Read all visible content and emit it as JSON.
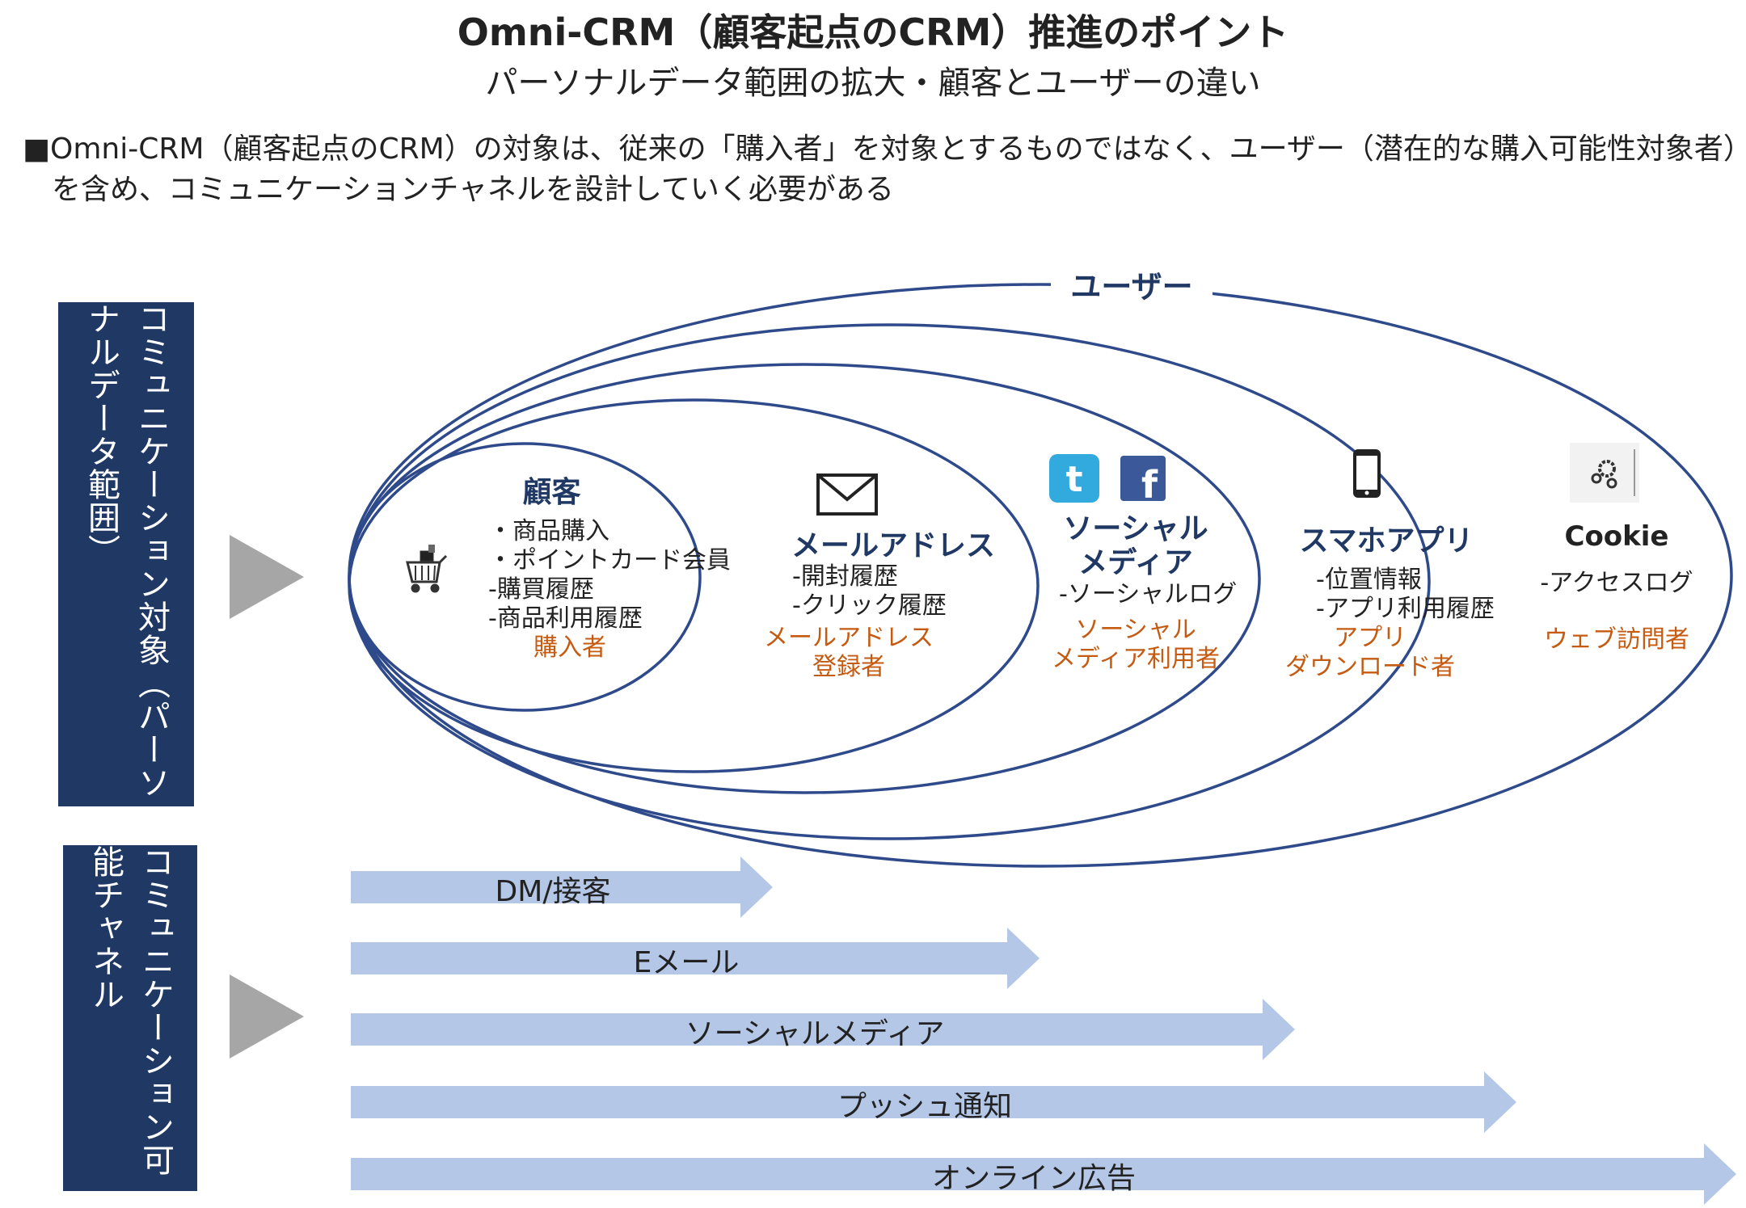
{
  "header": {
    "title": "Omni-CRM（顧客起点のCRM）推進のポイント",
    "subtitle": "パーソナルデータ範囲の拡大・顧客とユーザーの違い"
  },
  "bullet": "■Omni-CRM（顧客起点のCRM）の対象は、従来の「購入者」を対象とするものではなく、ユーザー（潜在的な購入可能性対象者）を含め、コミュニケーションチャネルを設計していく必要がある",
  "side_boxes": {
    "target": "コミュニケーション対象（パーソナルデータ範囲）",
    "channels": "コミュニケーション可能チャネル"
  },
  "ellipses": {
    "user_label": "ユーザー",
    "customer_label": "顧客"
  },
  "segments": {
    "customer": {
      "items": [
        "・商品購入",
        "・ポイントカード会員",
        "-購買履歴",
        "-商品利用履歴"
      ],
      "who": "購入者"
    },
    "email": {
      "heading": "メールアドレス",
      "items": [
        "-開封履歴",
        "-クリック履歴"
      ],
      "who": [
        "メールアドレス",
        "登録者"
      ]
    },
    "social": {
      "heading": [
        "ソーシャル",
        "メディア"
      ],
      "items": [
        "-ソーシャルログ"
      ],
      "who": [
        "ソーシャル",
        "メディア利用者"
      ]
    },
    "app": {
      "heading": "スマホアプリ",
      "items": [
        "-位置情報",
        "-アプリ利用履歴"
      ],
      "who": [
        "アプリ",
        "ダウンロード者"
      ]
    },
    "cookie": {
      "heading": "Cookie",
      "items": [
        "-アクセスログ"
      ],
      "who": "ウェブ訪問者"
    }
  },
  "icons": [
    "shopping-cart-icon",
    "envelope-icon",
    "twitter-icon",
    "facebook-icon",
    "smartphone-icon",
    "cookie-gears-icon"
  ],
  "channels": [
    {
      "label": "DM/接客"
    },
    {
      "label": "Eメール"
    },
    {
      "label": "ソーシャルメディア"
    },
    {
      "label": "プッシュ通知"
    },
    {
      "label": "オンライン広告"
    }
  ],
  "colors": {
    "navy": "#1f3864",
    "ellipse_stroke": "#2e4a8b",
    "orange": "#c55a11",
    "arrow_fill": "#b4c7e7",
    "triangle": "#a6a6a6"
  }
}
